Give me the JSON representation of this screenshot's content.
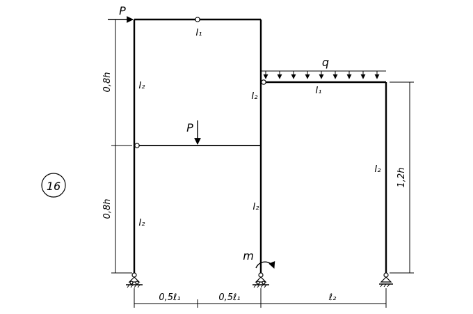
{
  "problem_number": "16",
  "labels": {
    "force_top": "P",
    "force_mid": "P",
    "load_q": "q",
    "moment_m": "m",
    "stiff_top_beam": "I₁",
    "stiff_right_beam": "I₁",
    "stiff_left_upper": "I₂",
    "stiff_left_lower": "I₂",
    "stiff_mid_upper": "I₂",
    "stiff_mid_lower": "I₂",
    "stiff_right_col": "I₂"
  },
  "dimensions": {
    "left_upper": "0,8h",
    "left_lower": "0,8h",
    "right_height": "1,2h",
    "bottom_1": "0,5ℓ₁",
    "bottom_2": "0,5ℓ₁",
    "bottom_3": "ℓ₂"
  }
}
